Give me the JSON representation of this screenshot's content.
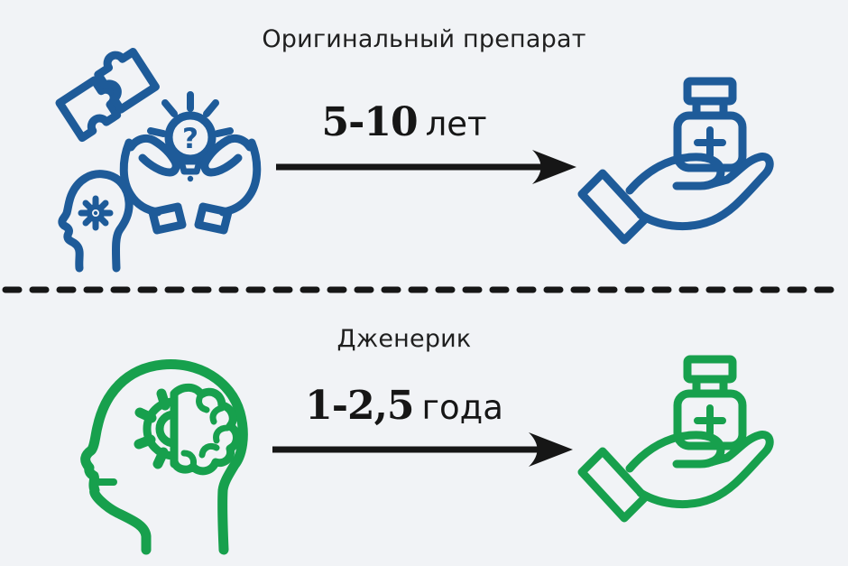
{
  "canvas": {
    "background": "#f1f3f6"
  },
  "colors": {
    "bg": "#f1f3f6",
    "blue": "#1e5b99",
    "green": "#17a04d",
    "black": "#161616",
    "text": "#1f1f1f"
  },
  "original_section": {
    "title": "Оригинальный препарат",
    "duration_value": "5-10",
    "duration_unit": "лет",
    "accent_color": "#1e5b99",
    "left_icon": "research-idea-icon (puzzle-pieces, hands-holding-lightbulb-question, head-with-gear)",
    "right_icon": "hand-holding-medicine-bottle-icon",
    "question_mark": "?"
  },
  "divider": {
    "style": "dashed-line",
    "color": "#161616"
  },
  "generic_section": {
    "title": "Дженерик",
    "duration_value": "1-2,5",
    "duration_unit": "года",
    "accent_color": "#17a04d",
    "left_icon": "head-with-gear-brain-icon",
    "right_icon": "hand-holding-medicine-bottle-icon"
  }
}
